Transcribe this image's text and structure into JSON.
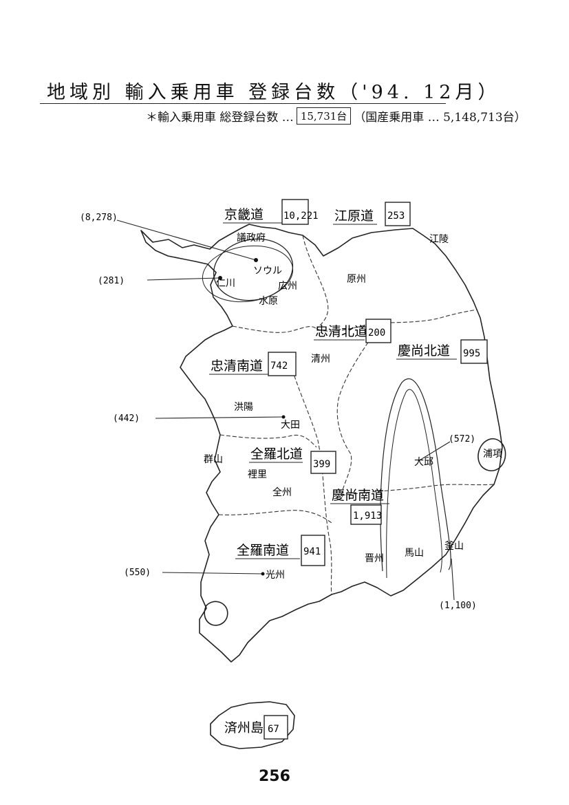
{
  "title": "地域別 輸入乗用車 登録台数（'94. 12月）",
  "subtitle": {
    "prefix": "＊輸入乗用車 総登録台数 …",
    "total": "15,731台",
    "suffix": "（国産乗用車 … 5,148,713台）"
  },
  "regions": [
    {
      "name": "京畿道",
      "count": "10,221"
    },
    {
      "name": "江原道",
      "count": "253"
    },
    {
      "name": "忠清北道",
      "count": "200"
    },
    {
      "name": "忠清南道",
      "count": "742"
    },
    {
      "name": "慶尚北道",
      "count": "995"
    },
    {
      "name": "全羅北道",
      "count": "399"
    },
    {
      "name": "慶尚南道",
      "count": "1,913"
    },
    {
      "name": "全羅南道",
      "count": "941"
    },
    {
      "name": "済州島",
      "count": "67"
    }
  ],
  "cities": [
    {
      "name": "議政府"
    },
    {
      "name": "ソウル"
    },
    {
      "name": "仁川"
    },
    {
      "name": "広州"
    },
    {
      "name": "水原"
    },
    {
      "name": "原州"
    },
    {
      "name": "江陵"
    },
    {
      "name": "清州"
    },
    {
      "name": "洪陽"
    },
    {
      "name": "大田"
    },
    {
      "name": "群山"
    },
    {
      "name": "裡里"
    },
    {
      "name": "全州"
    },
    {
      "name": "大邱"
    },
    {
      "name": "浦項"
    },
    {
      "name": "晋州"
    },
    {
      "name": "馬山"
    },
    {
      "name": "釜山"
    },
    {
      "name": "光州"
    }
  ],
  "callouts": [
    {
      "value": "(8,278)"
    },
    {
      "value": "(281)"
    },
    {
      "value": "(442)"
    },
    {
      "value": "(572)"
    },
    {
      "value": "(550)"
    },
    {
      "value": "(1,100)"
    }
  ],
  "page_number": "256"
}
